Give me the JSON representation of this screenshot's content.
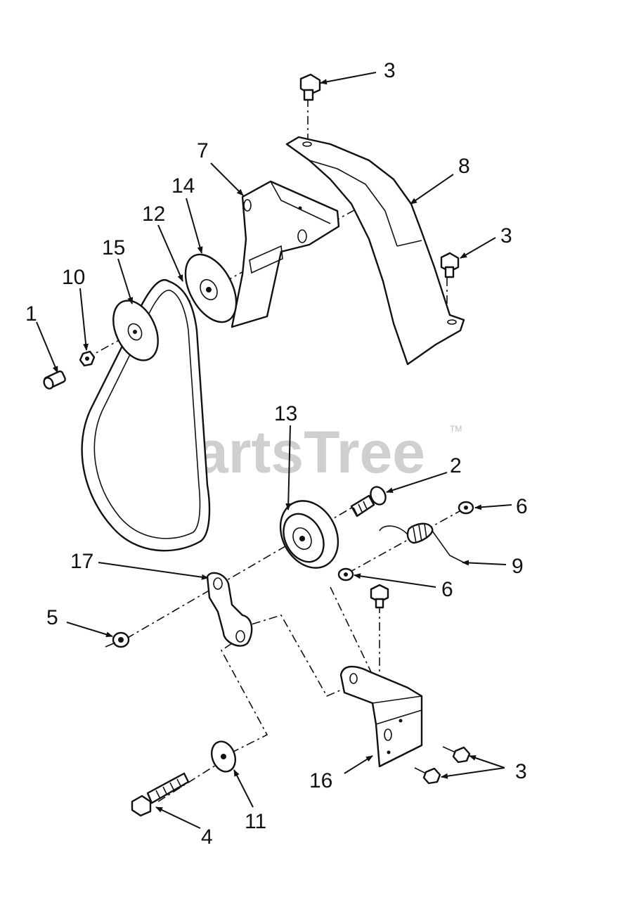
{
  "watermark": {
    "text": "PartsTree",
    "mark": "TM"
  },
  "callouts": {
    "c1": "1",
    "c2": "2",
    "c3a": "3",
    "c3b": "3",
    "c3c": "3",
    "c4": "4",
    "c5": "5",
    "c6a": "6",
    "c6b": "6",
    "c7": "7",
    "c8": "8",
    "c9": "9",
    "c10": "10",
    "c11": "11",
    "c12": "12",
    "c13": "13",
    "c14": "14",
    "c15": "15",
    "c16": "16",
    "c17": "17"
  },
  "colors": {
    "line": "#111111",
    "watermark": "#cfcfcf",
    "background": "#ffffff"
  }
}
